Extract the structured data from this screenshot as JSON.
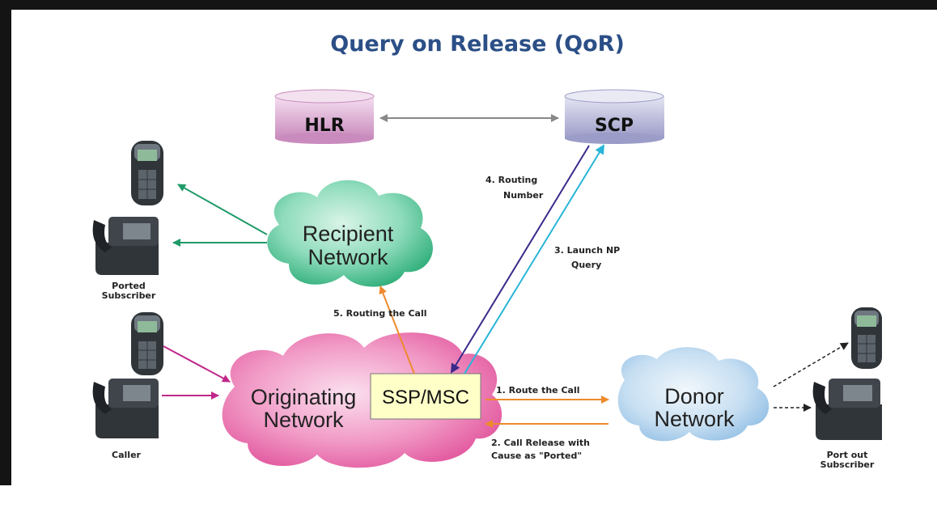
{
  "title": "Query on Release (QoR)",
  "nodes": {
    "hlr": "HLR",
    "scp": "SCP",
    "recipient_network": [
      "Recipient",
      "Network"
    ],
    "originating_network": [
      "Originating",
      "Network"
    ],
    "donor_network": [
      "Donor",
      "Network"
    ],
    "ssp_msc": "SSP/MSC"
  },
  "labels": {
    "ported_subscriber": [
      "Ported",
      "Subscriber"
    ],
    "caller": "Caller",
    "port_out_subscriber": [
      "Port out",
      "Subscriber"
    ]
  },
  "steps": {
    "step1": "1. Route the Call",
    "step2": [
      "2. Call Release with",
      "Cause as \"Ported\""
    ],
    "step3": [
      "3. Launch NP",
      "Query"
    ],
    "step4": [
      "4. Routing",
      "Number"
    ],
    "step5": "5. Routing the Call"
  },
  "colors": {
    "title": "#2b4f86",
    "green_arrow": "#1f9a68",
    "magenta_arrow": "#c0288a",
    "orange_arrow": "#ee8a2c",
    "purple_arrow": "#3a2a8a",
    "cyan_arrow": "#27b5d8",
    "gray_arrow": "#888888",
    "recipient_cloud": "#7ed4b2",
    "originating_cloud": "#ef8fbf",
    "donor_cloud": "#b5d4ef",
    "ssp_box": "#ffffc8"
  },
  "icons": [
    "hlr-database-icon",
    "scp-database-icon",
    "mobile-phone-icon",
    "desk-phone-icon"
  ]
}
